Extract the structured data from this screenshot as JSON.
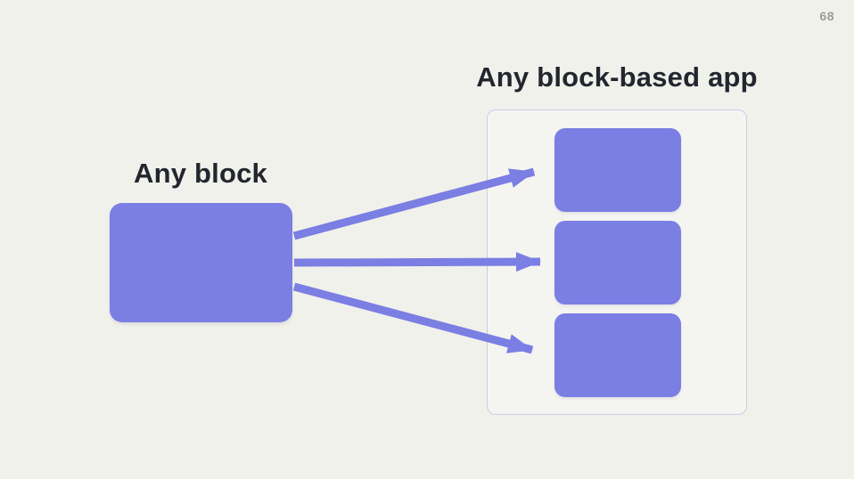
{
  "page": {
    "number": "68"
  },
  "colors": {
    "background": "#f0f1eb",
    "accent_purple": "#7b7ee2",
    "container_border": "#c9cde9",
    "heading_text": "#23262e",
    "page_number_text": "#9c9c98"
  },
  "diagram": {
    "source_label": "Any block",
    "target_title": "Any block-based app",
    "target_blocks": [
      "app-block-1",
      "app-block-2",
      "app-block-3"
    ],
    "arrows": [
      "arrow-top",
      "arrow-middle",
      "arrow-bottom"
    ]
  }
}
